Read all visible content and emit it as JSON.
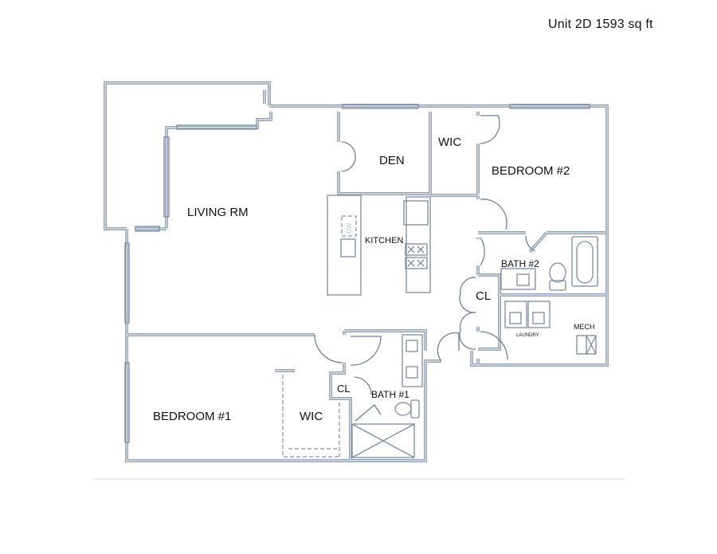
{
  "header": {
    "title": "Unit 2D 1593 sq ft"
  },
  "rooms": {
    "living": "LIVING RM",
    "den": "DEN",
    "wic2": "WIC",
    "bedroom2": "BEDROOM #2",
    "kitchen": "KITCHEN",
    "dw": "DW",
    "bath2": "BATH #2",
    "cl2": "CL",
    "laundry": "LAUNDRY",
    "mech": "MECH",
    "bedroom1": "BEDROOM #1",
    "wic1": "WIC",
    "cl1": "CL",
    "bath1": "BATH #1"
  },
  "colors": {
    "wall": "#6d8099",
    "text": "#111111"
  }
}
